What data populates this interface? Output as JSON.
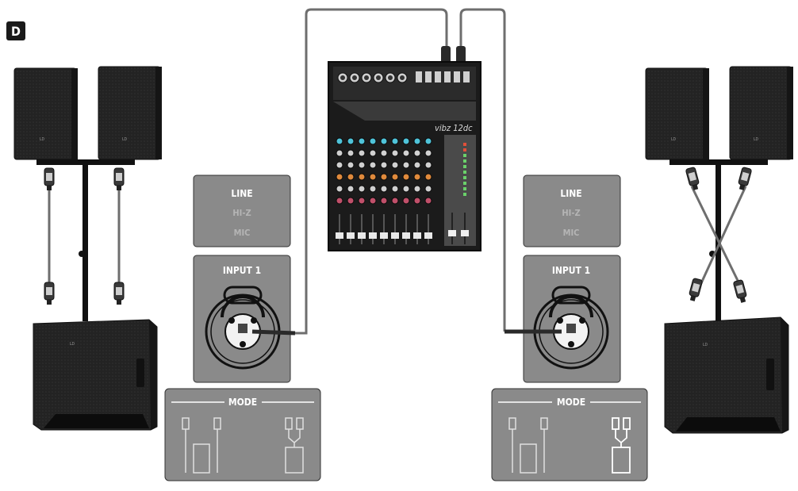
{
  "figure_label": "D",
  "speaker_brand": "LD",
  "mixer": {
    "model_text": "vibz 12dc"
  },
  "panels": [
    {
      "side": "left",
      "input_modes": {
        "line": "LINE",
        "hiz": "HI-Z",
        "mic": "MIC",
        "selected": "line"
      },
      "input_label": "INPUT 1",
      "mode_label": "MODE"
    },
    {
      "side": "right",
      "input_modes": {
        "line": "LINE",
        "hiz": "HI-Z",
        "mic": "MIC",
        "selected": "line"
      },
      "input_label": "INPUT 1",
      "mode_label": "MODE"
    }
  ],
  "colors": {
    "speaker_dark": "#1e1e1e",
    "panel_gray": "#8a8a8a",
    "cable_gray": "#6e6e6e",
    "panel_text_active": "#ffffff",
    "panel_text_inactive": "#b5b5b5"
  }
}
